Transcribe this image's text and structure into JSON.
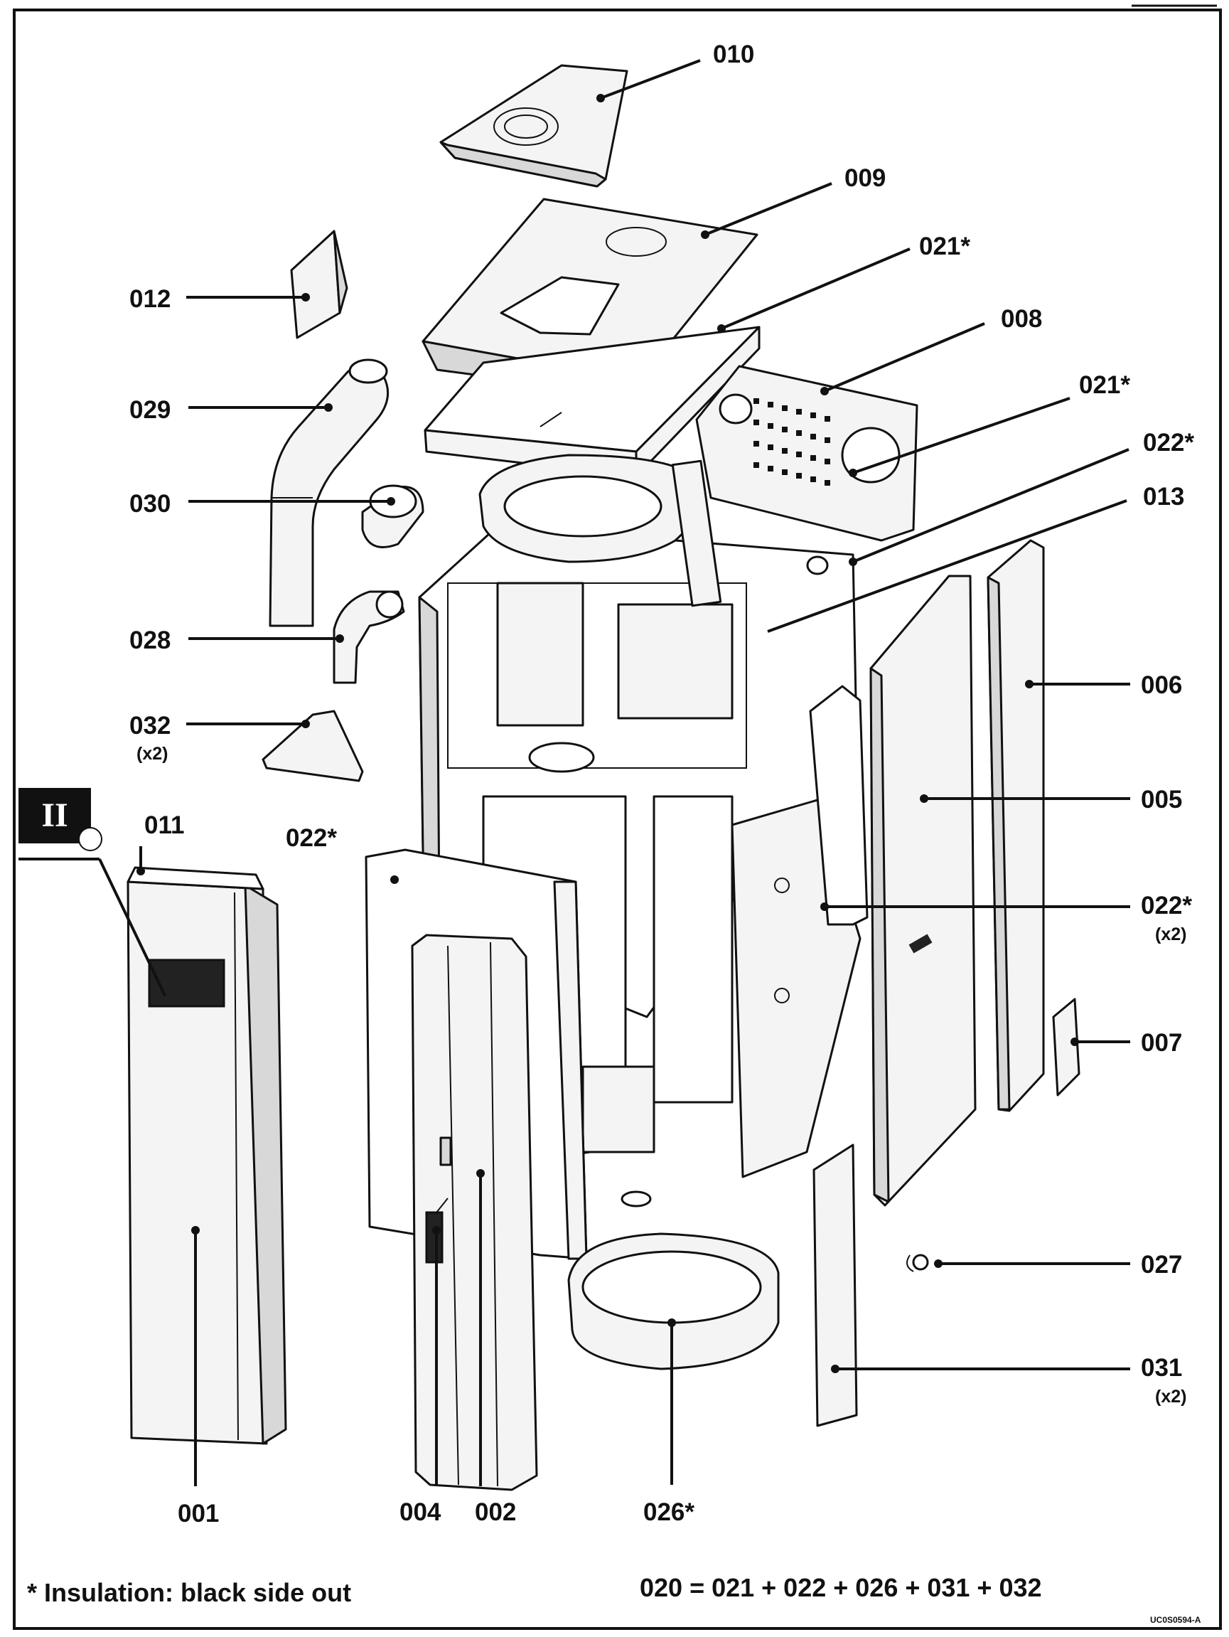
{
  "callouts": [
    {
      "id": "010",
      "sub": ""
    },
    {
      "id": "009",
      "sub": ""
    },
    {
      "id": "021*",
      "sub": ""
    },
    {
      "id": "012",
      "sub": ""
    },
    {
      "id": "008",
      "sub": ""
    },
    {
      "id": "021*",
      "sub": ""
    },
    {
      "id": "029",
      "sub": ""
    },
    {
      "id": "022*",
      "sub": ""
    },
    {
      "id": "013",
      "sub": ""
    },
    {
      "id": "030",
      "sub": ""
    },
    {
      "id": "028",
      "sub": ""
    },
    {
      "id": "006",
      "sub": ""
    },
    {
      "id": "032",
      "sub": "(x2)"
    },
    {
      "id": "005",
      "sub": ""
    },
    {
      "id": "011",
      "sub": ""
    },
    {
      "id": "022*",
      "sub": ""
    },
    {
      "id": "022*",
      "sub": "(x2)"
    },
    {
      "id": "007",
      "sub": ""
    },
    {
      "id": "027",
      "sub": ""
    },
    {
      "id": "031",
      "sub": "(x2)"
    },
    {
      "id": "001",
      "sub": ""
    },
    {
      "id": "004",
      "sub": ""
    },
    {
      "id": "002",
      "sub": ""
    },
    {
      "id": "026*",
      "sub": ""
    }
  ],
  "section_marker": "II",
  "footnote": "* Insulation: black side out",
  "formula": "020 = 021 + 022 + 026 + 031 + 032",
  "drawing_ref": "UC0S0594-A"
}
